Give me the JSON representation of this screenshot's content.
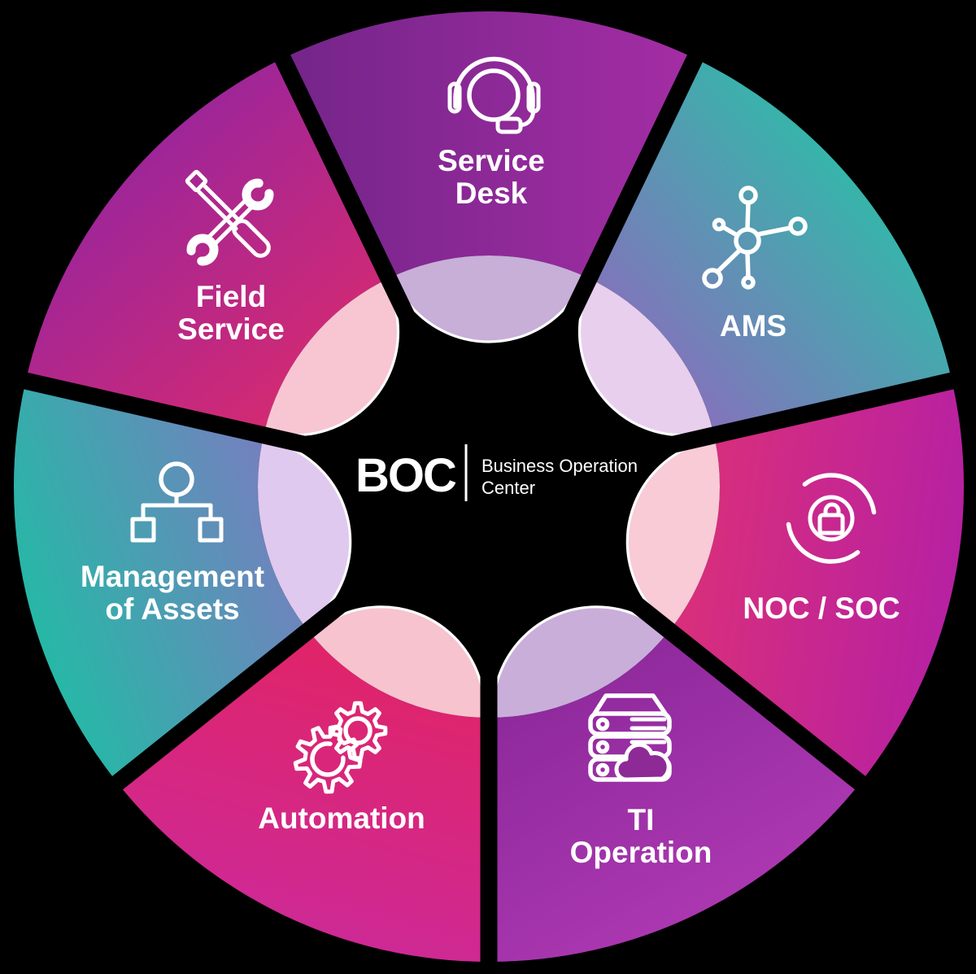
{
  "background_color": "#000000",
  "center": {
    "abbr": "BOC",
    "org_line1": "Business Operation",
    "org_line2": "Center",
    "text_color": "#ffffff",
    "divider": "|"
  },
  "segments": [
    {
      "id": "service-desk",
      "label_lines": [
        "Service",
        "Desk"
      ],
      "icon": "headset-icon",
      "mid_angle": -90,
      "gradient_from": "#6f2487",
      "gradient_to": "#a92ea7",
      "gradient_angle": 0,
      "lens_color": "#c7afd8"
    },
    {
      "id": "ams",
      "label_lines": [
        "AMS"
      ],
      "icon": "network-hub-icon",
      "mid_angle": -38.57,
      "gradient_from": "#b14cc6",
      "gradient_to": "#28c1a7",
      "gradient_angle": -42,
      "lens_color": "#e8cfee"
    },
    {
      "id": "noc-soc",
      "label_lines": [
        "NOC / SOC"
      ],
      "icon": "security-lock-icon",
      "mid_angle": 12.86,
      "gradient_from": "#ee3763",
      "gradient_to": "#b01ea9",
      "gradient_angle": 8,
      "lens_color": "#f8cbd6"
    },
    {
      "id": "ti-operation",
      "label_lines": [
        "TI",
        "Operation"
      ],
      "icon": "server-stack-icon",
      "mid_angle": 64.29,
      "gradient_from": "#7c2190",
      "gradient_to": "#b13ab4",
      "gradient_angle": 60,
      "lens_color": "#c9aeda"
    },
    {
      "id": "automation",
      "label_lines": [
        "Automation"
      ],
      "icon": "gears-icon",
      "mid_angle": 115.71,
      "gradient_from": "#ea2150",
      "gradient_to": "#cb2a9c",
      "gradient_angle": 105,
      "lens_color": "#f7c3ce"
    },
    {
      "id": "management-of-assets",
      "label_lines": [
        "Management",
        "of Assets"
      ],
      "icon": "org-tree-icon",
      "mid_angle": 167.14,
      "gradient_from": "#18c2a2",
      "gradient_to": "#a160cd",
      "gradient_angle": -20,
      "lens_color": "#e0c9ee"
    },
    {
      "id": "field-service",
      "label_lines": [
        "Field",
        "Service"
      ],
      "icon": "tools-icon",
      "mid_angle": 218.57,
      "gradient_from": "#95259f",
      "gradient_to": "#f02c5e",
      "gradient_angle": 48,
      "lens_color": "#f8c6d2"
    }
  ]
}
